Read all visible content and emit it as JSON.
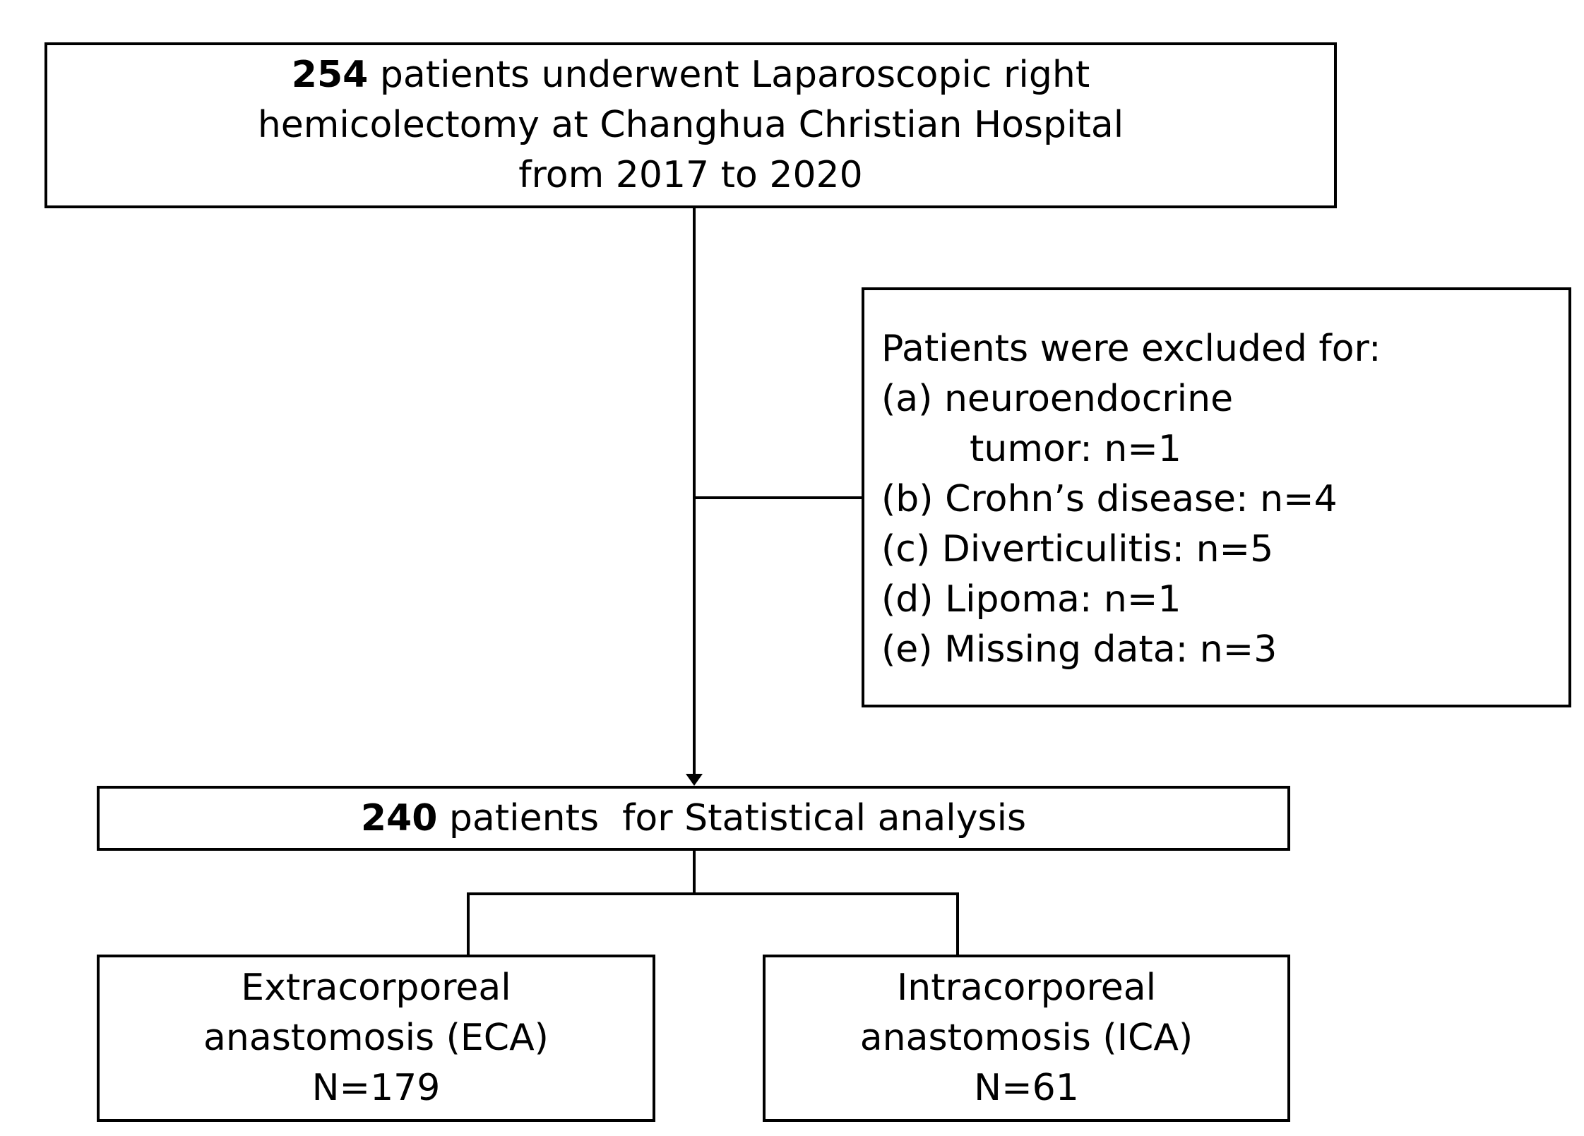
{
  "top_box": {
    "count": "254",
    "line1_rest": " patients underwent Laparoscopic right",
    "line2": "hemicolectomy at Changhua Christian Hospital",
    "line3": "from 2017 to 2020"
  },
  "exclusion_box": {
    "heading": "Patients were excluded for:",
    "items": [
      "(a)  neuroendocrine",
      "tumor: n=1",
      "(b) Crohn’s disease: n=4",
      "(c) Diverticulitis: n=5",
      "(d) Lipoma: n=1",
      "(e) Missing data: n=3"
    ]
  },
  "analysis_box": {
    "count": "240",
    "rest": " patients  for Statistical analysis"
  },
  "eca_box": {
    "line1": "Extracorporeal",
    "line2": "anastomosis (ECA)",
    "line3": "N=179"
  },
  "ica_box": {
    "line1": "Intracorporeal",
    "line2": "anastomosis (ICA)",
    "line3": "N=61"
  },
  "colors": {
    "line": "#000000",
    "background": "#ffffff"
  }
}
